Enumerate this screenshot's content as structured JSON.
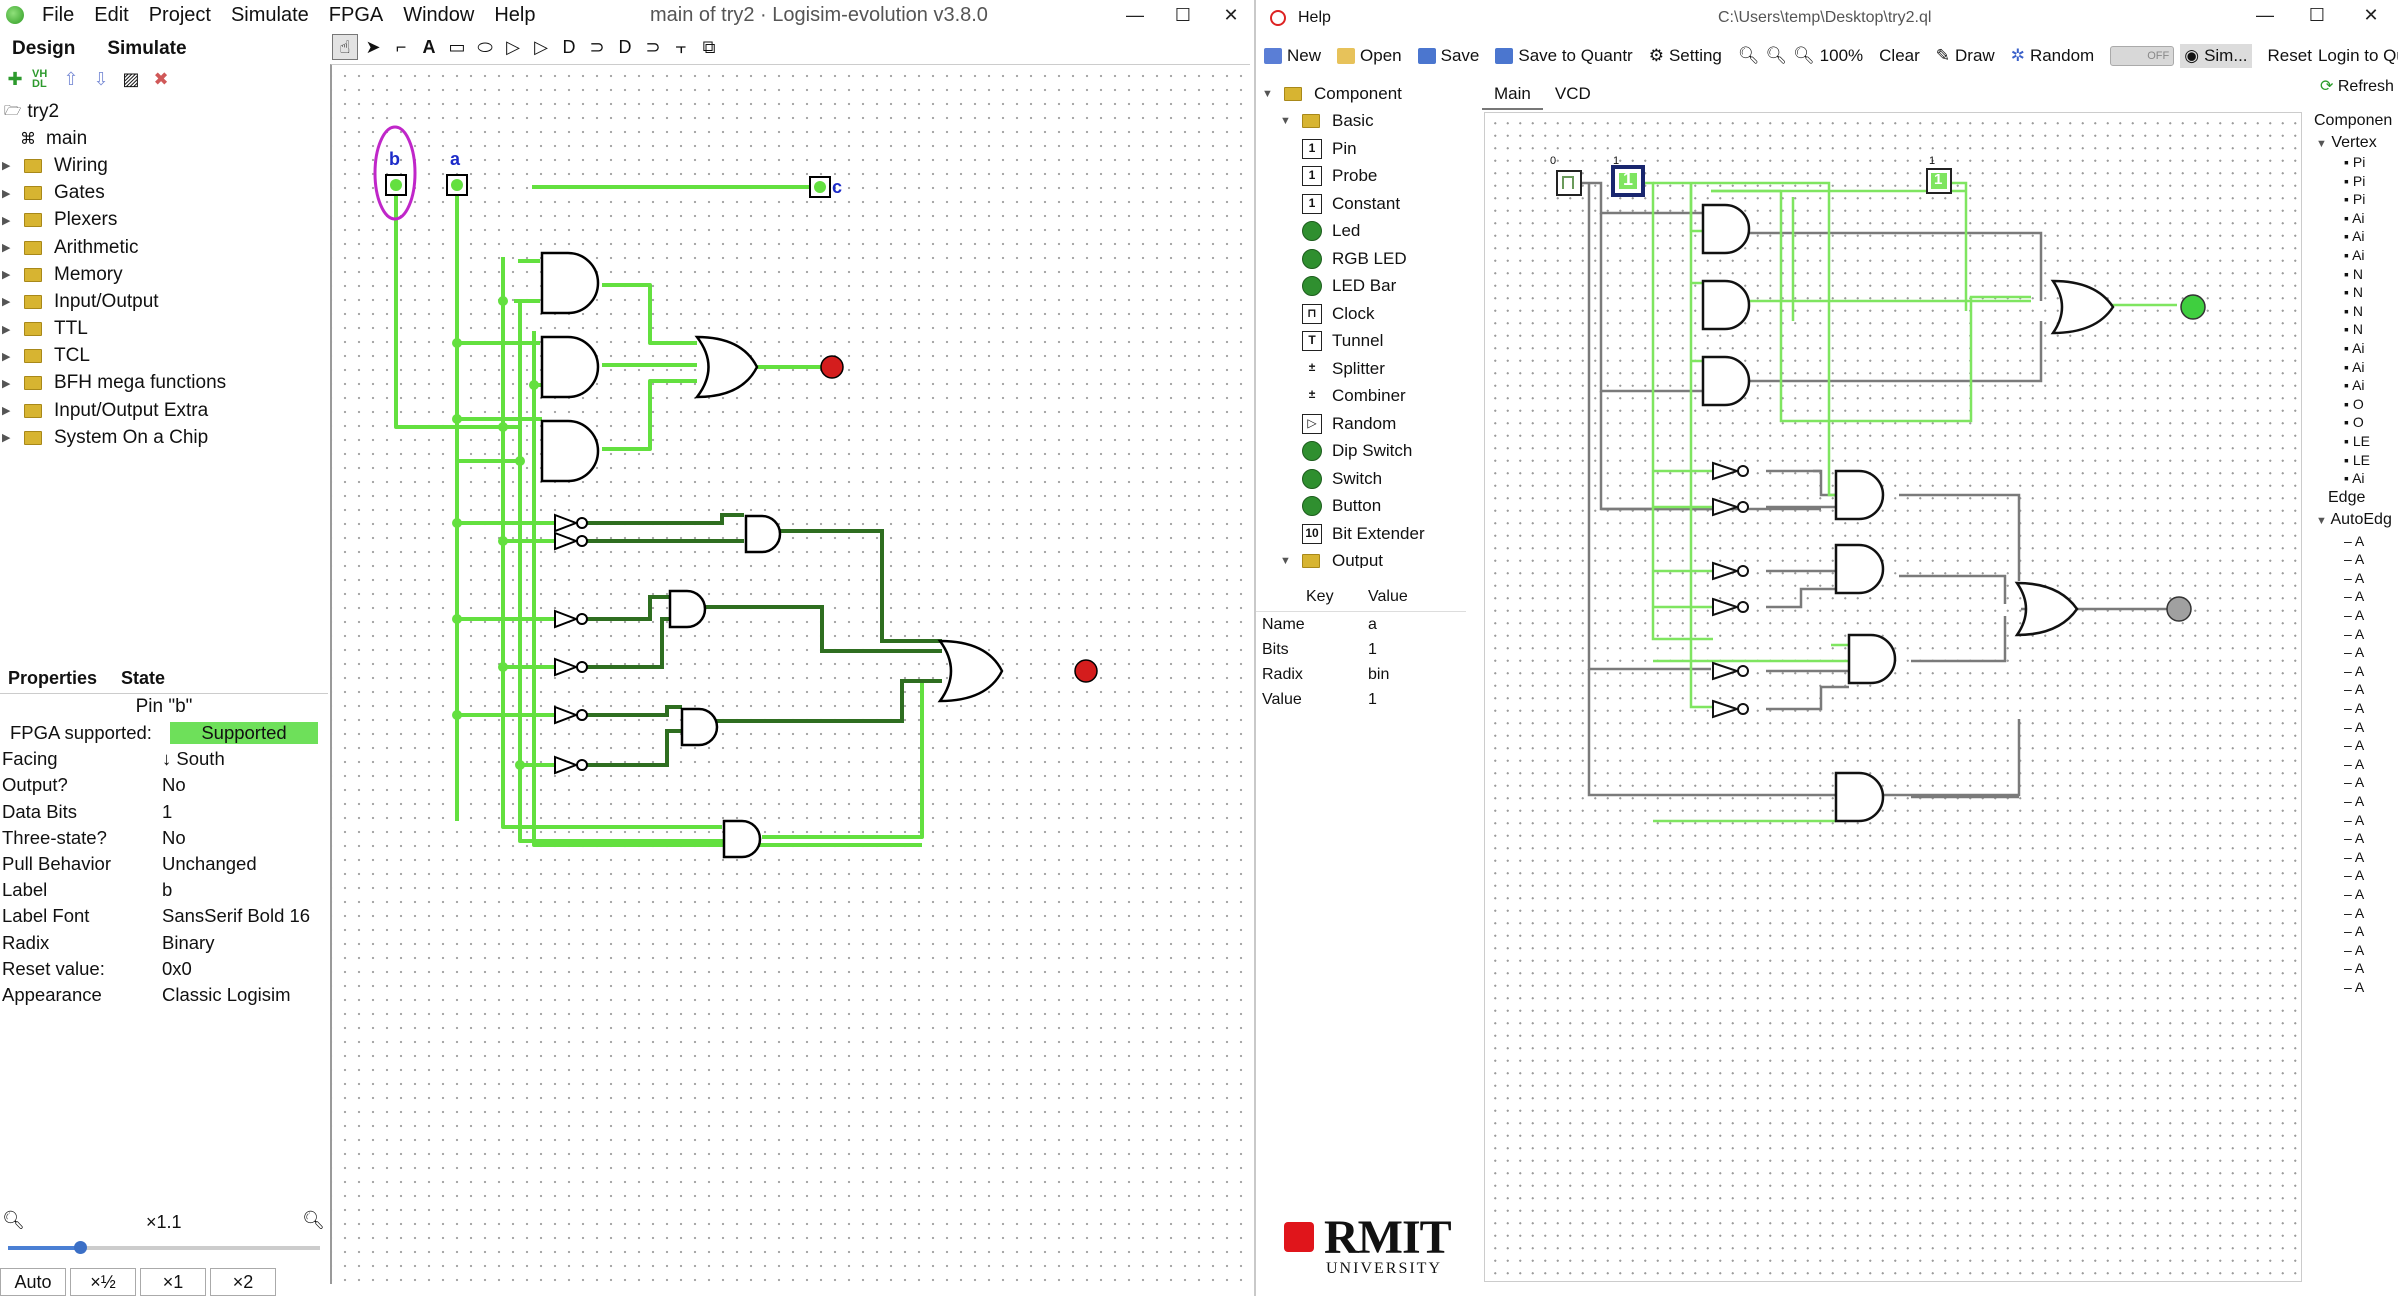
{
  "left": {
    "menu": [
      "File",
      "Edit",
      "Project",
      "Simulate",
      "FPGA",
      "Window",
      "Help"
    ],
    "title": "main of try2 · Logisim-evolution v3.8.0",
    "window_controls": [
      "—",
      "☐",
      "✕"
    ],
    "top_tabs": [
      "Design",
      "Simulate"
    ],
    "vhdl_label": "VH DL",
    "tree": {
      "project": "try2",
      "circuit": "main",
      "folders": [
        "Wiring",
        "Gates",
        "Plexers",
        "Arithmetic",
        "Memory",
        "Input/Output",
        "TTL",
        "TCL",
        "BFH mega functions",
        "Input/Output Extra",
        "System On a Chip"
      ]
    },
    "prop_tabs": [
      "Properties",
      "State"
    ],
    "props_title": "Pin \"b\"",
    "properties": [
      {
        "key": "FPGA supported:",
        "value": "Supported"
      },
      {
        "key": "Facing",
        "value": "↓ South"
      },
      {
        "key": "Output?",
        "value": "No"
      },
      {
        "key": "Data Bits",
        "value": "1"
      },
      {
        "key": "Three-state?",
        "value": "No"
      },
      {
        "key": "Pull Behavior",
        "value": "Unchanged"
      },
      {
        "key": "Label",
        "value": "b"
      },
      {
        "key": "Label Font",
        "value": "SansSerif Bold 16"
      },
      {
        "key": "Radix",
        "value": "Binary"
      },
      {
        "key": "Reset value:",
        "value": "0x0"
      },
      {
        "key": "Appearance",
        "value": "Classic Logisim"
      }
    ],
    "zoom_label": "×1.1",
    "zoom_buttons": [
      "Auto",
      "×½",
      "×1",
      "×2"
    ],
    "pin_labels": {
      "b": "b",
      "a": "a",
      "c": "c"
    },
    "colors": {
      "wire_on": "#63e03f",
      "wire_dark": "#2e6e20",
      "led_red": "#d41d1d",
      "select": "#c026c9",
      "supported": "#6ee05a"
    }
  },
  "right": {
    "title": "Help",
    "path": "C:\\Users\\temp\\Desktop\\try2.ql",
    "window_controls": [
      "—",
      "☐",
      "✕"
    ],
    "toolbar": [
      "New",
      "Open",
      "Save",
      "Save to Quantr",
      "Setting",
      "100%",
      "Clear",
      "Draw",
      "Random",
      "Sim...",
      "Reset",
      "Login to Quantr"
    ],
    "toggle_label": "OFF",
    "canvas_tabs": [
      "Main",
      "VCD"
    ],
    "component_tree": {
      "root": "Component",
      "group": "Basic",
      "items": [
        "Pin",
        "Probe",
        "Constant",
        "Led",
        "RGB LED",
        "LED Bar",
        "Clock",
        "Tunnel",
        "Splitter",
        "Combiner",
        "Random",
        "Dip Switch",
        "Switch",
        "Button",
        "Bit Extender"
      ],
      "next_group": "Output"
    },
    "kv_header": [
      "Key",
      "Value"
    ],
    "kv": [
      {
        "key": "Name",
        "value": "a"
      },
      {
        "key": "Bits",
        "value": "1"
      },
      {
        "key": "Radix",
        "value": "bin"
      },
      {
        "key": "Value",
        "value": "1"
      }
    ],
    "logo_text": "RMIT",
    "logo_sub": "UNIVERSITY",
    "side_panel": {
      "refresh": "Refresh",
      "header": "Componen",
      "vertex": "Vertex",
      "vertex_items": [
        "Pi",
        "Pi",
        "Pi",
        "Ai",
        "Ai",
        "Ai",
        "N",
        "N",
        "N",
        "N",
        "Ai",
        "Ai",
        "Ai",
        "O",
        "O",
        "LE",
        "LE",
        "Ai"
      ],
      "edge": "Edge",
      "autoedge": "AutoEdg",
      "edge_items": [
        "A",
        "A",
        "A",
        "A",
        "A",
        "A",
        "A",
        "A",
        "A",
        "A",
        "A",
        "A",
        "A",
        "A",
        "A",
        "A",
        "A",
        "A",
        "A",
        "A",
        "A",
        "A",
        "A",
        "A",
        "A"
      ]
    },
    "pin_values": {
      "clk": "0",
      "mid": "1",
      "mid_top": "1",
      "right": "1",
      "right_top": "1"
    },
    "colors": {
      "led_green": "#3fcf3f",
      "led_gray": "#a0a0a0",
      "wire_on": "#7fe560",
      "wire_off": "#7a7a7a"
    }
  }
}
